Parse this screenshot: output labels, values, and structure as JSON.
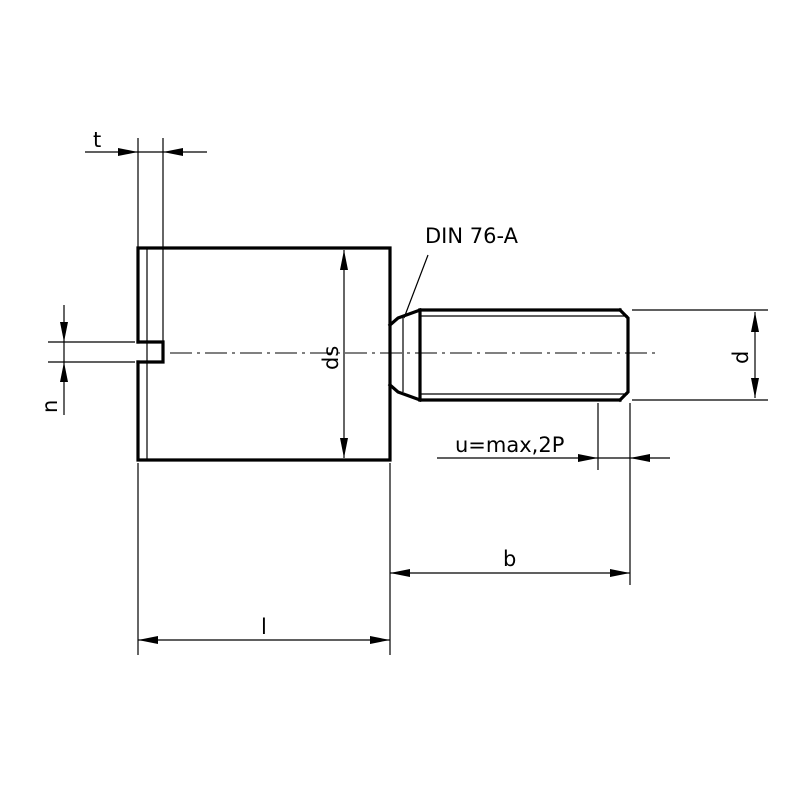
{
  "drawing": {
    "standard_callout": "DIN 76-A",
    "dimensions": {
      "t": "t",
      "n": "n",
      "ds": "ds",
      "d": "d",
      "u": "u=max,2P",
      "b": "b",
      "l": "l"
    }
  }
}
